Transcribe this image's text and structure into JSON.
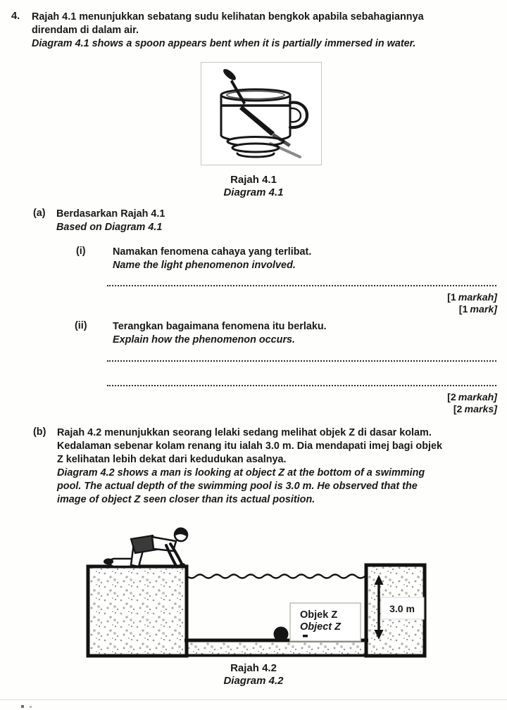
{
  "question": {
    "number": "4.",
    "intro": {
      "ms_lines": [
        "Rajah 4.1 menunjukkan sebatang sudu kelihatan bengkok apabila sebahagiannya",
        "direndam di dalam air."
      ],
      "en": "Diagram 4.1 shows a spoon appears bent when it is partially immersed in water."
    },
    "figure1": {
      "caption_ms": "Rajah 4.1",
      "caption_en": "Diagram 4.1"
    },
    "part_a": {
      "label": "(a)",
      "stem_ms": "Berdasarkan Rajah 4.1",
      "stem_en": "Based on Diagram 4.1",
      "item_i": {
        "label": "(i)",
        "ms": "Namakan fenomena cahaya yang terlibat.",
        "en": "Name the light phenomenon involved.",
        "marks_ms_num": "[1",
        "marks_ms_word": "markah]",
        "marks_en_num": "[1",
        "marks_en_word": "mark]"
      },
      "item_ii": {
        "label": "(ii)",
        "ms": "Terangkan bagaimana fenomena itu berlaku.",
        "en": "Explain how the phenomenon occurs.",
        "marks_ms_num": "[2",
        "marks_ms_word": "markah]",
        "marks_en_num": "[2",
        "marks_en_word": "marks]"
      }
    },
    "part_b": {
      "label": "(b)",
      "ms_lines": [
        "Rajah 4.2 menunjukkan seorang lelaki sedang melihat objek Z di dasar kolam.",
        "Kedalaman sebenar kolam renang itu ialah 3.0 m. Dia mendapati imej bagi objek",
        "Z kelihatan lebih dekat dari kedudukan asalnya."
      ],
      "en_lines": [
        "Diagram 4.2 shows a man is looking at object Z at the bottom of a swimming",
        "pool. The actual depth of the swimming pool is 3.0 m. He observed that the",
        "image of object Z seen closer than its actual position."
      ]
    },
    "figure2": {
      "caption_ms": "Rajah 4.2",
      "caption_en": "Diagram 4.2",
      "object_label_ms": "Objek Z",
      "object_label_en": "Object Z",
      "depth_label": "3.0 m"
    }
  }
}
